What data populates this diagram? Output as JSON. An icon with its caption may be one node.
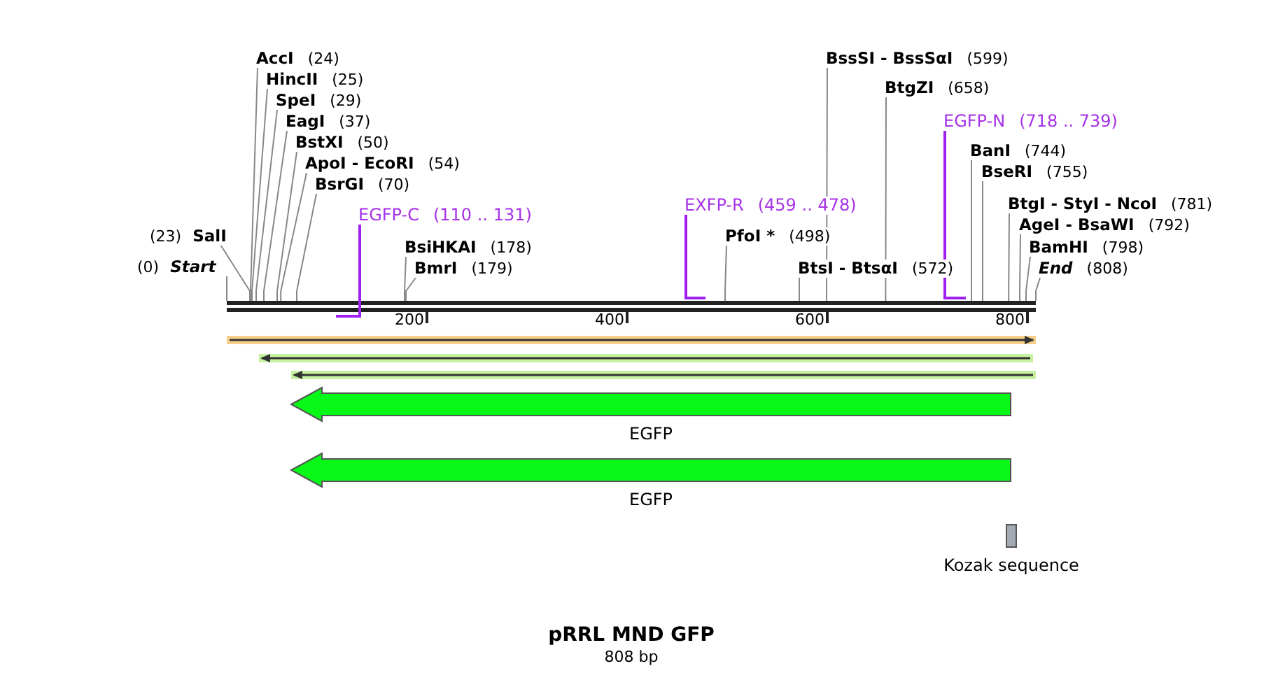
{
  "diagram": {
    "title": "pRRL MND GFP",
    "caption": "808 bp",
    "nodes": [
      {
        "text": [
          "(0)",
          "Start"
        ]
      },
      {
        "text": [
          "(23)",
          "SalI"
        ]
      },
      {
        "text": [
          "AccI",
          "(24)"
        ]
      },
      {
        "text": [
          "HincII",
          "(25)"
        ]
      },
      {
        "text": [
          "SpeI",
          "(29)"
        ]
      },
      {
        "text": [
          "EagI",
          "(37)"
        ]
      },
      {
        "text": [
          "BstXI",
          "(50)"
        ]
      },
      {
        "text": [
          "ApoI - EcoRI",
          "(54)"
        ]
      },
      {
        "text": [
          "BsrGI",
          "(70)"
        ]
      },
      {
        "text": [
          "EGFP-C",
          "(110 .. 131)"
        ]
      },
      {
        "text": [
          "BsiHKAI",
          "(178)"
        ]
      },
      {
        "text": [
          "BmrI",
          "(179)"
        ]
      },
      {
        "text": [
          "EXFP-R",
          "(459 .. 478)"
        ]
      },
      {
        "text": [
          "PfoI *",
          "(498)"
        ]
      },
      {
        "text": [
          "BtsI - BtsαI",
          "(572)"
        ]
      },
      {
        "text": [
          "BssSI - BssSαI",
          "(599)"
        ]
      },
      {
        "text": [
          "BtgZI",
          "(658)"
        ]
      },
      {
        "text": [
          "EGFP-N",
          "(718 .. 739)"
        ]
      },
      {
        "text": [
          "BanI",
          "(744)"
        ]
      },
      {
        "text": [
          "BseRI",
          "(755)"
        ]
      },
      {
        "text": [
          "BtgI - StyI - NcoI",
          "(781)"
        ]
      },
      {
        "text": [
          "AgeI - BsaWI",
          "(792)"
        ]
      },
      {
        "text": [
          "BamHI",
          "(798)"
        ]
      },
      {
        "text": [
          "End",
          "(808)"
        ]
      },
      {
        "text": [],
        "shape": "arrow"
      },
      {
        "text": [],
        "shape": "arrow"
      },
      {
        "text": [],
        "shape": "arrow"
      },
      {
        "text": [
          "EGFP"
        ]
      },
      {
        "text": [
          "EGFP"
        ]
      },
      {
        "text": [
          "Kozak sequence"
        ]
      }
    ],
    "edges": [
      {
        "from": 0,
        "to": null,
        "arrow": "none"
      },
      {
        "from": 1,
        "to": null,
        "arrow": "none"
      },
      {
        "from": 2,
        "to": null,
        "arrow": "none"
      },
      {
        "from": 3,
        "to": null,
        "arrow": "none"
      },
      {
        "from": 4,
        "to": null,
        "arrow": "none"
      },
      {
        "from": 5,
        "to": null,
        "arrow": "none"
      },
      {
        "from": 6,
        "to": null,
        "arrow": "none"
      },
      {
        "from": 7,
        "to": null,
        "arrow": "none"
      },
      {
        "from": 8,
        "to": null,
        "arrow": "none"
      },
      {
        "from": 9,
        "to": null,
        "arrow": "none",
        "color": "#a020f0"
      },
      {
        "from": 10,
        "to": null,
        "arrow": "none"
      },
      {
        "from": 11,
        "to": null,
        "arrow": "none"
      },
      {
        "from": 12,
        "to": null,
        "arrow": "none",
        "color": "#a020f0"
      },
      {
        "from": 13,
        "to": null,
        "arrow": "none"
      },
      {
        "from": 14,
        "to": null,
        "arrow": "none"
      },
      {
        "from": 15,
        "to": null,
        "arrow": "none"
      },
      {
        "from": 16,
        "to": null,
        "arrow": "none"
      },
      {
        "from": 17,
        "to": null,
        "arrow": "none",
        "color": "#a020f0"
      },
      {
        "from": 18,
        "to": null,
        "arrow": "none"
      },
      {
        "from": 19,
        "to": null,
        "arrow": "none"
      },
      {
        "from": 20,
        "to": null,
        "arrow": "none"
      },
      {
        "from": 21,
        "to": null,
        "arrow": "none"
      },
      {
        "from": 22,
        "to": null,
        "arrow": "none"
      },
      {
        "from": 23,
        "to": null,
        "arrow": "none"
      }
    ],
    "labels": [
      "200",
      "400",
      "600",
      "800"
    ]
  }
}
